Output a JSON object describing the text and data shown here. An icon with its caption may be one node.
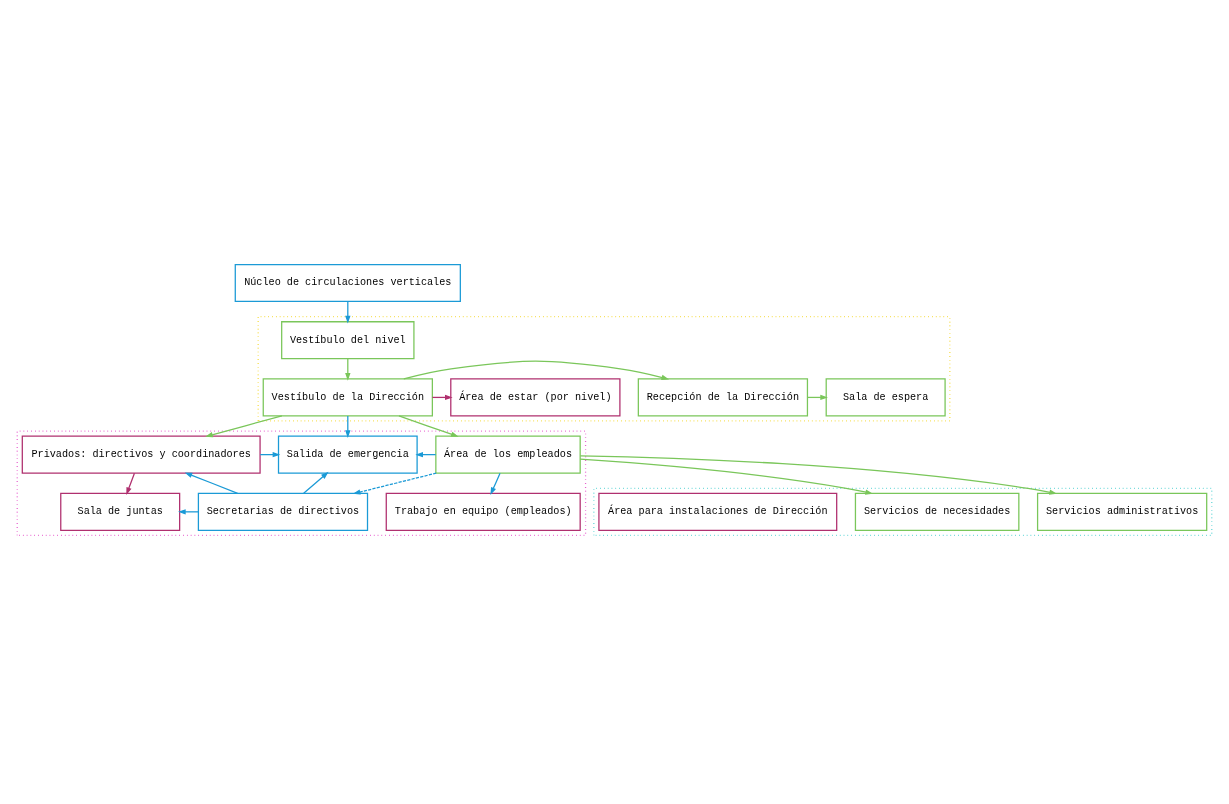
{
  "diagram": {
    "nodes": [
      {
        "text": [
          "Núcleo de circulaciones verticales"
        ]
      },
      {
        "text": [],
        "shape": "box"
      },
      {
        "text": [
          "Vestíbulo del nivel"
        ],
        "in": 1
      },
      {
        "text": [
          "Sala de espera"
        ],
        "in": 1
      },
      {
        "text": [
          "Recepción de la Dirección"
        ],
        "in": 1
      },
      {
        "text": [
          "Vestíbulo de la Dirección"
        ],
        "in": 1
      },
      {
        "text": [
          "Área de estar (por nivel)"
        ],
        "in": 1
      },
      {
        "text": [],
        "shape": "box"
      },
      {
        "text": [
          "Servicios administrativos"
        ],
        "in": 7
      },
      {
        "text": [
          "Servicios de necesidades"
        ],
        "in": 7
      },
      {
        "text": [
          "Área para instalaciones de Dirección"
        ],
        "in": 7
      },
      {
        "text": [],
        "shape": "box"
      },
      {
        "text": [
          "Área de los empleados"
        ],
        "in": 11
      },
      {
        "text": [
          "Salida de emergencia"
        ],
        "in": 11
      },
      {
        "text": [
          "Privados: directivos y coordinadores"
        ],
        "in": 11
      },
      {
        "text": [
          "Secretarias de directivos"
        ],
        "in": 11
      },
      {
        "text": [
          "Sala de juntas"
        ],
        "in": 11
      },
      {
        "text": [
          "Trabajo en equipo (empleados)"
        ],
        "in": 11
      }
    ],
    "edges": [
      {
        "from": 0,
        "to": 2,
        "arrow": "to"
      },
      {
        "from": 2,
        "to": 5,
        "arrow": "to",
        "color": "#7ac65a"
      },
      {
        "from": 5,
        "to": 4,
        "arrow": "to",
        "color": "#7ac65a"
      },
      {
        "from": 4,
        "to": 3,
        "arrow": "to",
        "color": "#7ac65a"
      },
      {
        "from": 5,
        "to": 6,
        "arrow": "to",
        "color": "#b0306f"
      },
      {
        "from": 5,
        "to": 12,
        "arrow": "to",
        "color": "#7ac65a"
      },
      {
        "from": 5,
        "to": 13,
        "arrow": "to"
      },
      {
        "from": 5,
        "to": 14,
        "arrow": "to",
        "color": "#7ac65a"
      },
      {
        "from": 12,
        "to": 8,
        "arrow": "to",
        "color": "#7ac65a"
      },
      {
        "from": 12,
        "to": 9,
        "arrow": "to",
        "color": "#7ac65a"
      },
      {
        "from": 12,
        "to": 13,
        "arrow": "to"
      },
      {
        "from": 12,
        "to": 15,
        "arrow": "to",
        "style": "dashed"
      },
      {
        "from": 12,
        "to": 17,
        "arrow": "to"
      },
      {
        "from": 14,
        "to": 13,
        "arrow": "to"
      },
      {
        "from": 15,
        "to": 13,
        "arrow": "to"
      },
      {
        "from": 15,
        "to": 14,
        "arrow": "to"
      },
      {
        "from": 15,
        "to": 16,
        "arrow": "to"
      },
      {
        "from": 14,
        "to": 16,
        "arrow": "to",
        "color": "#b0306f"
      }
    ]
  }
}
